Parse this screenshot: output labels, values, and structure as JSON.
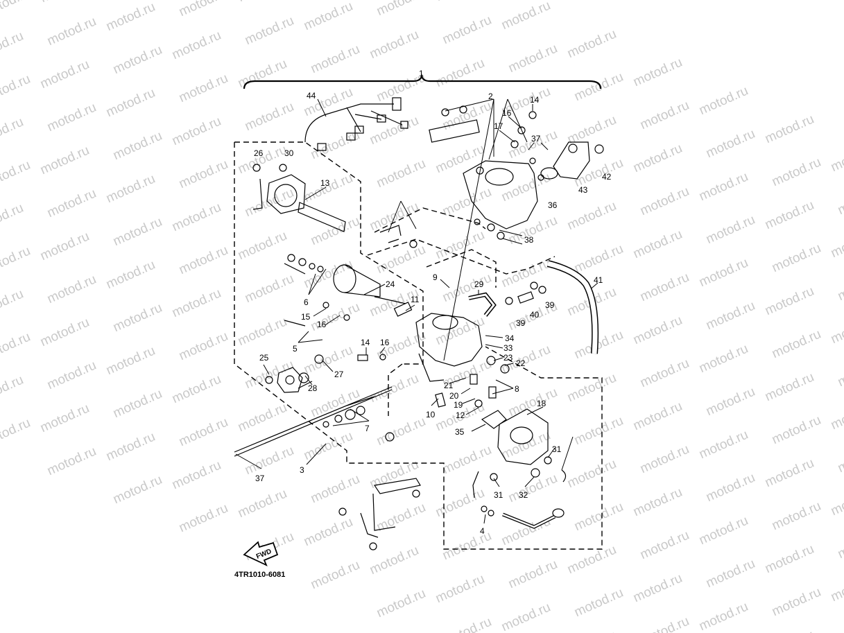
{
  "watermark": "motod.ru",
  "diagram_code": "4TR1010-6081",
  "direction_label": "FWD",
  "callouts": [
    "1",
    "2",
    "14",
    "16",
    "17",
    "37",
    "44",
    "26",
    "30",
    "13",
    "43",
    "42",
    "36",
    "38",
    "9",
    "29",
    "11",
    "24",
    "41",
    "6",
    "15",
    "16",
    "39",
    "40",
    "39",
    "5",
    "14",
    "16",
    "34",
    "33",
    "23",
    "22",
    "25",
    "27",
    "28",
    "21",
    "20",
    "8",
    "19",
    "12",
    "10",
    "35",
    "7",
    "18",
    "31",
    "37",
    "3",
    "31",
    "32",
    "4"
  ]
}
